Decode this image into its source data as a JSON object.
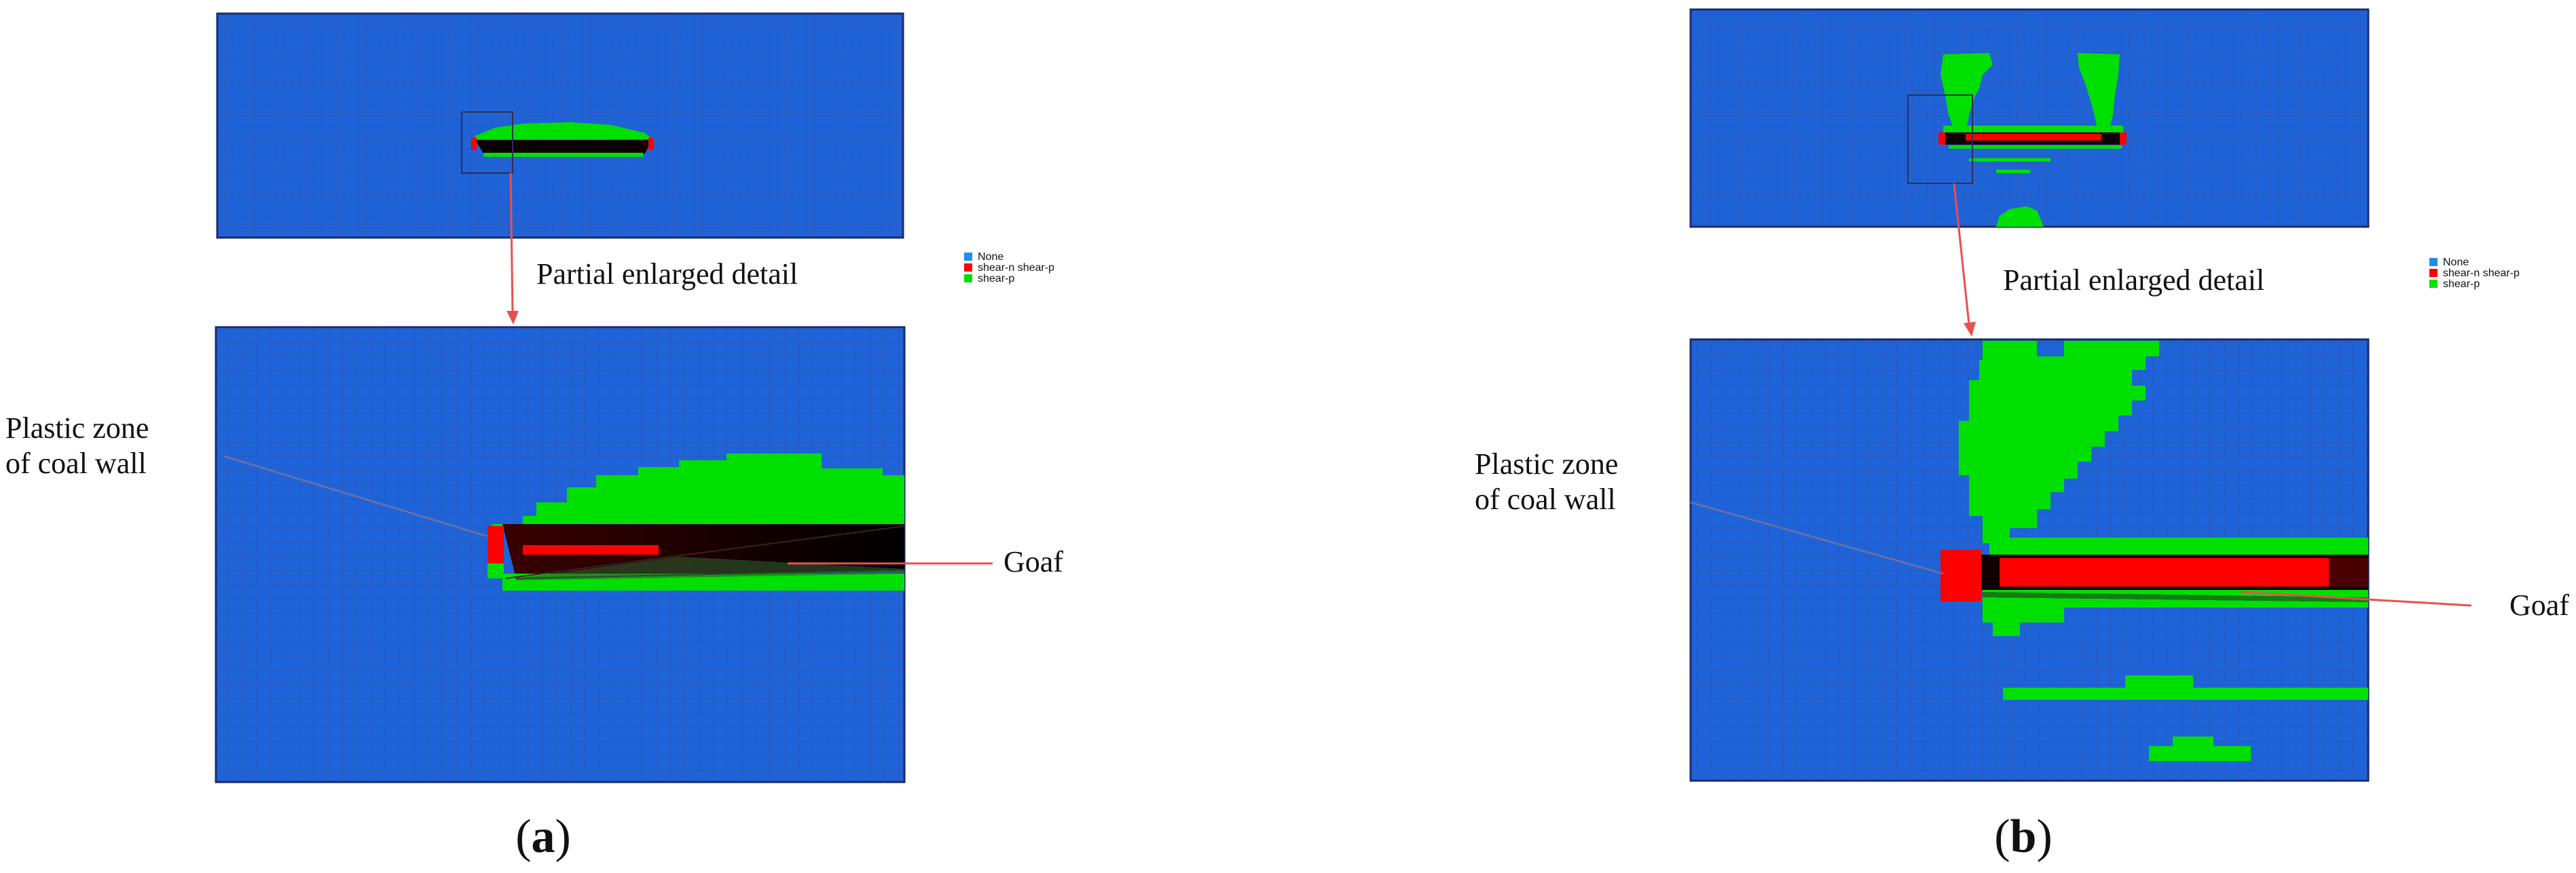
{
  "colors": {
    "none": "#1f63d8",
    "shear_n_shear_p": "#ff0000",
    "shear_p": "#00e000",
    "grid_line": "#3a4a9a",
    "dark_goaf": "#120000",
    "annotation_line": "#e85050",
    "callout_line": "#7070a0"
  },
  "legend": {
    "items": [
      {
        "label": "None",
        "color_key": "none"
      },
      {
        "label": "shear-n shear-p",
        "color_key": "shear_n_shear_p"
      },
      {
        "label": "shear-p",
        "color_key": "shear_p"
      }
    ]
  },
  "panels": [
    {
      "id": "a",
      "caption_open": "(",
      "caption_letter": "a",
      "caption_close": ")",
      "enlarged_label": "Partial enlarged detail",
      "plastic_label_line1": "Plastic zone",
      "plastic_label_line2": "of coal wall",
      "goaf_label": "Goaf"
    },
    {
      "id": "b",
      "caption_open": "(",
      "caption_letter": "b",
      "caption_close": ")",
      "enlarged_label": "Partial enlarged detail",
      "plastic_label_line1": "Plastic zone",
      "plastic_label_line2": "of coal wall",
      "goaf_label": "Goaf"
    }
  ]
}
